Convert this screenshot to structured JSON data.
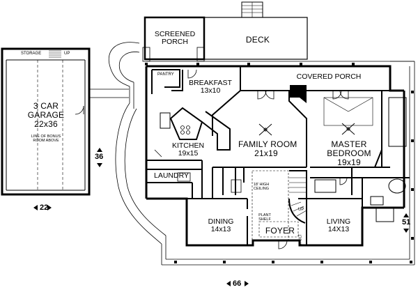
{
  "rooms": {
    "garage": {
      "name": "3 CAR",
      "name2": "GARAGE",
      "size": "22x36"
    },
    "storage": {
      "name": "STORAGE"
    },
    "up_garage": {
      "name": "UP"
    },
    "bonus": {
      "line1": "LINE OF BONUS",
      "line2": "ROOM ABOVE"
    },
    "screened": {
      "name": "SCREENED",
      "name2": "PORCH"
    },
    "deck": {
      "name": "DECK"
    },
    "pantry": {
      "name": "PANTRY"
    },
    "breakfast": {
      "name": "BREAKFAST",
      "size": "13x10"
    },
    "covered": {
      "name": "COVERED PORCH"
    },
    "kitchen": {
      "name": "KITCHEN",
      "size": "19x15"
    },
    "family": {
      "name": "FAMILY ROOM",
      "size": "21x19"
    },
    "master": {
      "name": "MASTER",
      "name2": "BEDROOM",
      "size": "19x19"
    },
    "laundry": {
      "name": "LAUNDRY"
    },
    "ceiling": {
      "line1": "18' HIGH",
      "line2": "CEILING"
    },
    "dining": {
      "name": "DINING",
      "size": "14x13"
    },
    "plant": {
      "line1": "PLANT",
      "line2": "SHELF"
    },
    "up_foyer": {
      "name": "UP"
    },
    "foyer": {
      "name": "FOYER"
    },
    "vault": {
      "name": "VAULT"
    },
    "living": {
      "name": "LIVING",
      "size": "14X13"
    }
  },
  "dimensions": {
    "d22": "22",
    "d36": "36",
    "d51": "51",
    "d66": "66"
  }
}
